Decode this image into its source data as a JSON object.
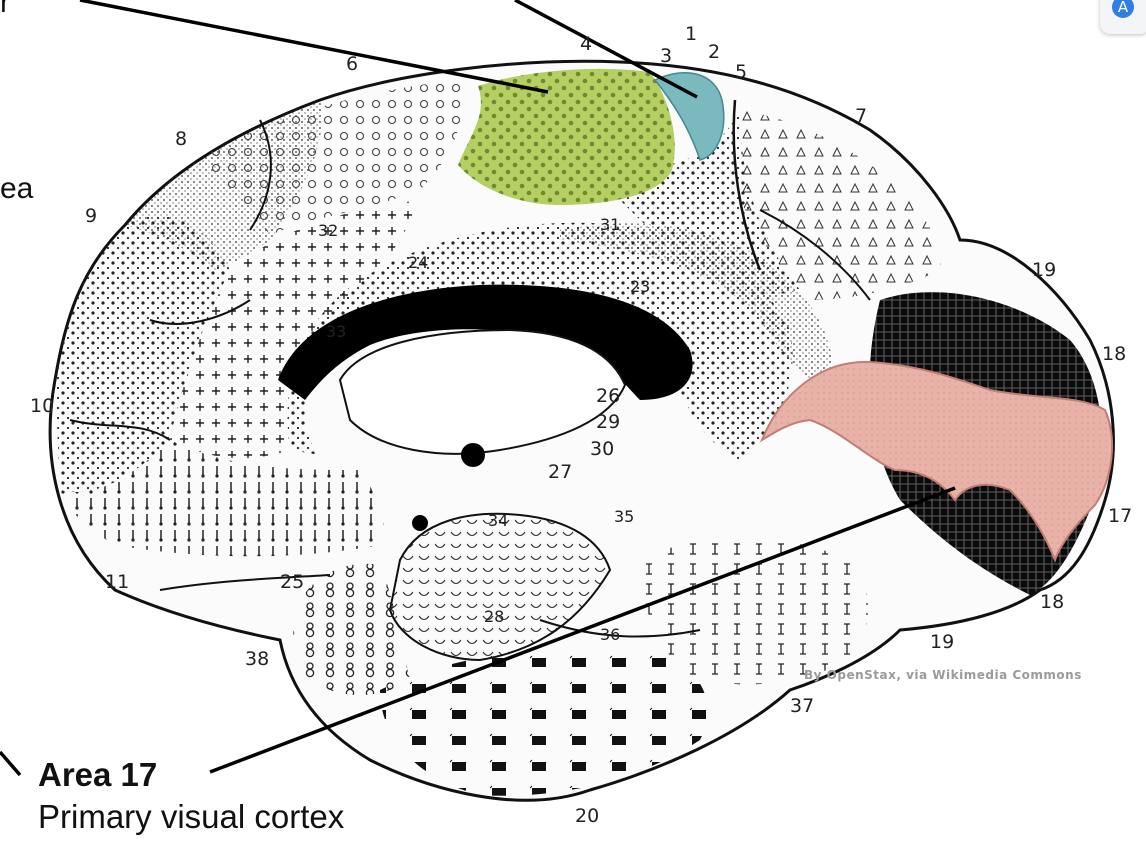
{
  "labels": {
    "area_title": "Area 17",
    "area_subtitle": "Primary visual cortex",
    "frag_left": "ea",
    "frag_top": "r"
  },
  "areas": [
    "1",
    "2",
    "3",
    "4",
    "5",
    "6",
    "7",
    "8",
    "9",
    "10",
    "11",
    "17",
    "18",
    "18",
    "19",
    "19",
    "20",
    "23",
    "24",
    "25",
    "26",
    "27",
    "28",
    "29",
    "30",
    "31",
    "32",
    "33",
    "34",
    "35",
    "36",
    "37",
    "38"
  ],
  "credit": "By OpenStax, via Wikimedia Commons",
  "colors": {
    "motor": "#b5cf62",
    "somatosensory": "#7ab9bd",
    "visual": "#e9b2a8",
    "corpus_callosum": "#000000"
  },
  "icons": [
    "app-store-icon"
  ]
}
